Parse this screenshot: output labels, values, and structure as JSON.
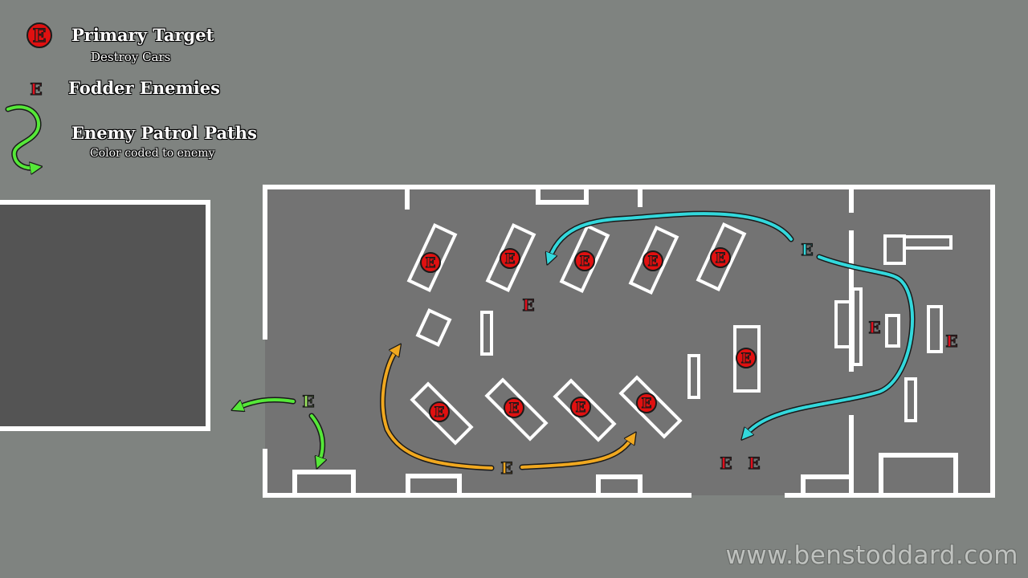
{
  "legend": {
    "primary_title": "Primary Target",
    "primary_sub": "Destroy Cars",
    "fodder_title": "Fodder Enemies",
    "patrol_title": "Enemy Patrol Paths",
    "patrol_sub": "Color coded to enemy"
  },
  "marker_letter": "E",
  "colors": {
    "background": "#7f8380",
    "floor": "#737373",
    "building": "#545454",
    "wall": "#ffffff",
    "primary_target": "#e01010",
    "fodder": "#e0101e",
    "patrol_green": "#55e838",
    "patrol_orange": "#f0a820",
    "patrol_cyan": "#33d8dc"
  },
  "watermark": "www.benstoddard.com"
}
